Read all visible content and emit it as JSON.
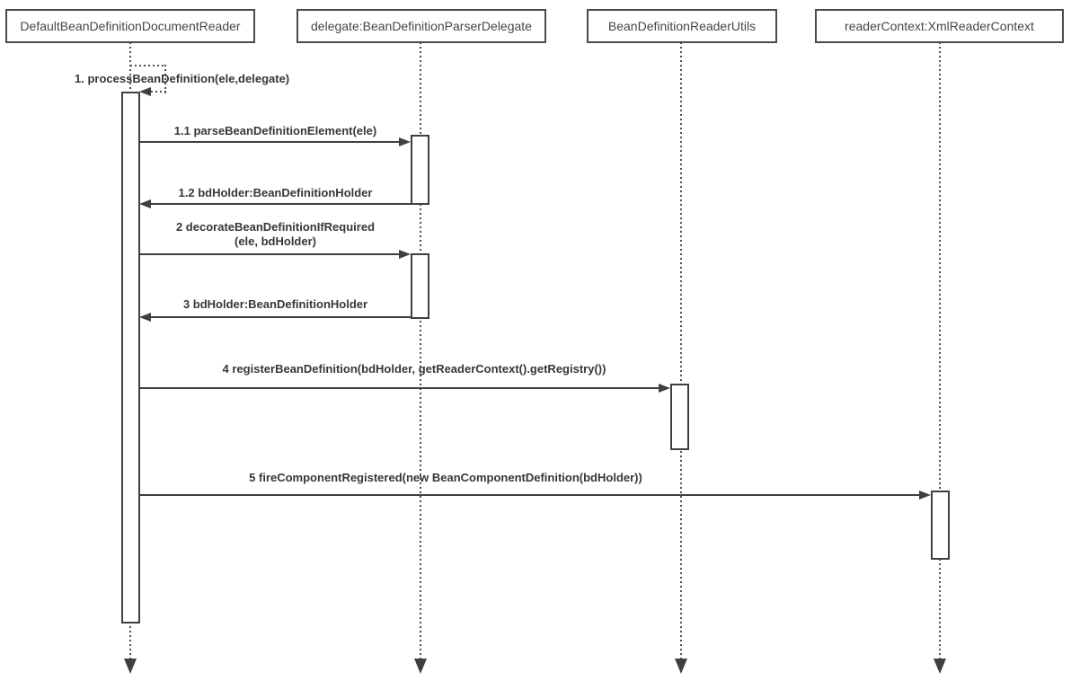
{
  "diagram": {
    "type": "uml-sequence-diagram",
    "lifelines": [
      {
        "label": "DefaultBeanDefinitionDocumentReader"
      },
      {
        "label": "delegate:BeanDefinitionParserDelegate"
      },
      {
        "label": "BeanDefinitionReaderUtils"
      },
      {
        "label": "readerContext:XmlReaderContext"
      }
    ],
    "messages": {
      "m1": {
        "label": "1. processBeanDefinition(ele,delegate)",
        "type": "self-message",
        "line_style": "dotted",
        "from": 0,
        "to": 0
      },
      "m11": {
        "label": "1.1 parseBeanDefinitionElement(ele)",
        "type": "call",
        "line_style": "solid",
        "from": 0,
        "to": 1
      },
      "m12": {
        "label": "1.2 bdHolder:BeanDefinitionHolder",
        "type": "return",
        "line_style": "solid",
        "from": 1,
        "to": 0
      },
      "m2": {
        "label": "2 decorateBeanDefinitionIfRequired",
        "label_line2": "(ele, bdHolder)",
        "type": "call",
        "line_style": "solid",
        "from": 0,
        "to": 1
      },
      "m3": {
        "label": "3 bdHolder:BeanDefinitionHolder",
        "type": "return",
        "line_style": "solid",
        "from": 1,
        "to": 0
      },
      "m4": {
        "label": "4 registerBeanDefinition(bdHolder, getReaderContext().getRegistry())",
        "type": "call",
        "line_style": "solid",
        "from": 0,
        "to": 2
      },
      "m5": {
        "label": "5 fireComponentRegistered(new BeanComponentDefinition(bdHolder))",
        "type": "call",
        "line_style": "solid",
        "from": 0,
        "to": 3
      }
    },
    "colors": {
      "line": "#3f3f3f",
      "border": "#4a4a4a",
      "text": "#373737",
      "background": "#ffffff"
    }
  }
}
